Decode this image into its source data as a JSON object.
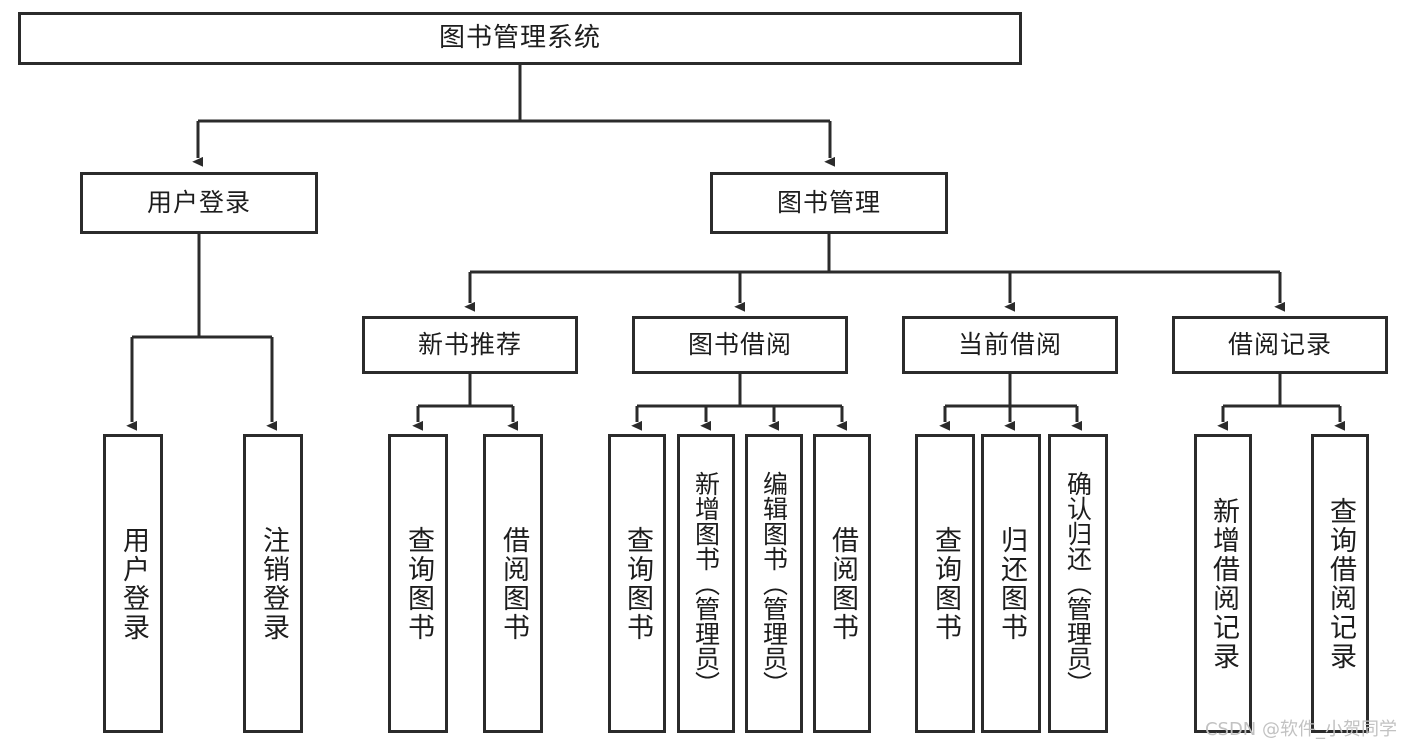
{
  "diagram": {
    "title": "图书管理系统",
    "watermark": "CSDN @软件_小贺同学",
    "stroke_color": "#2b2b2b",
    "fill_color": "#ffffff",
    "text_color": "#1d1d1d",
    "watermark_color": "#c2c2c2",
    "background": "#ffffff",
    "nodes": {
      "root": "图书管理系统",
      "level2": {
        "user_login": "用户登录",
        "book_manage": "图书管理"
      },
      "level3": {
        "new_book_rec": "新书推荐",
        "book_borrow": "图书借阅",
        "current_borrow": "当前借阅",
        "borrow_record": "借阅记录"
      },
      "leaves": {
        "user_login_child_1": "用户登录",
        "user_login_child_2": "注销登录",
        "new_book_rec_child_1": "查询图书",
        "new_book_rec_child_2": "借阅图书",
        "book_borrow_child_1": "查询图书",
        "book_borrow_child_2": "新增图书（管理员）",
        "book_borrow_child_3": "编辑图书（管理员）",
        "book_borrow_child_4": "借阅图书",
        "current_borrow_child_1": "查询图书",
        "current_borrow_child_2": "归还图书",
        "current_borrow_child_3": "确认归还（管理员）",
        "borrow_record_child_1": "新增借阅记录",
        "borrow_record_child_2": "查询借阅记录"
      }
    }
  }
}
